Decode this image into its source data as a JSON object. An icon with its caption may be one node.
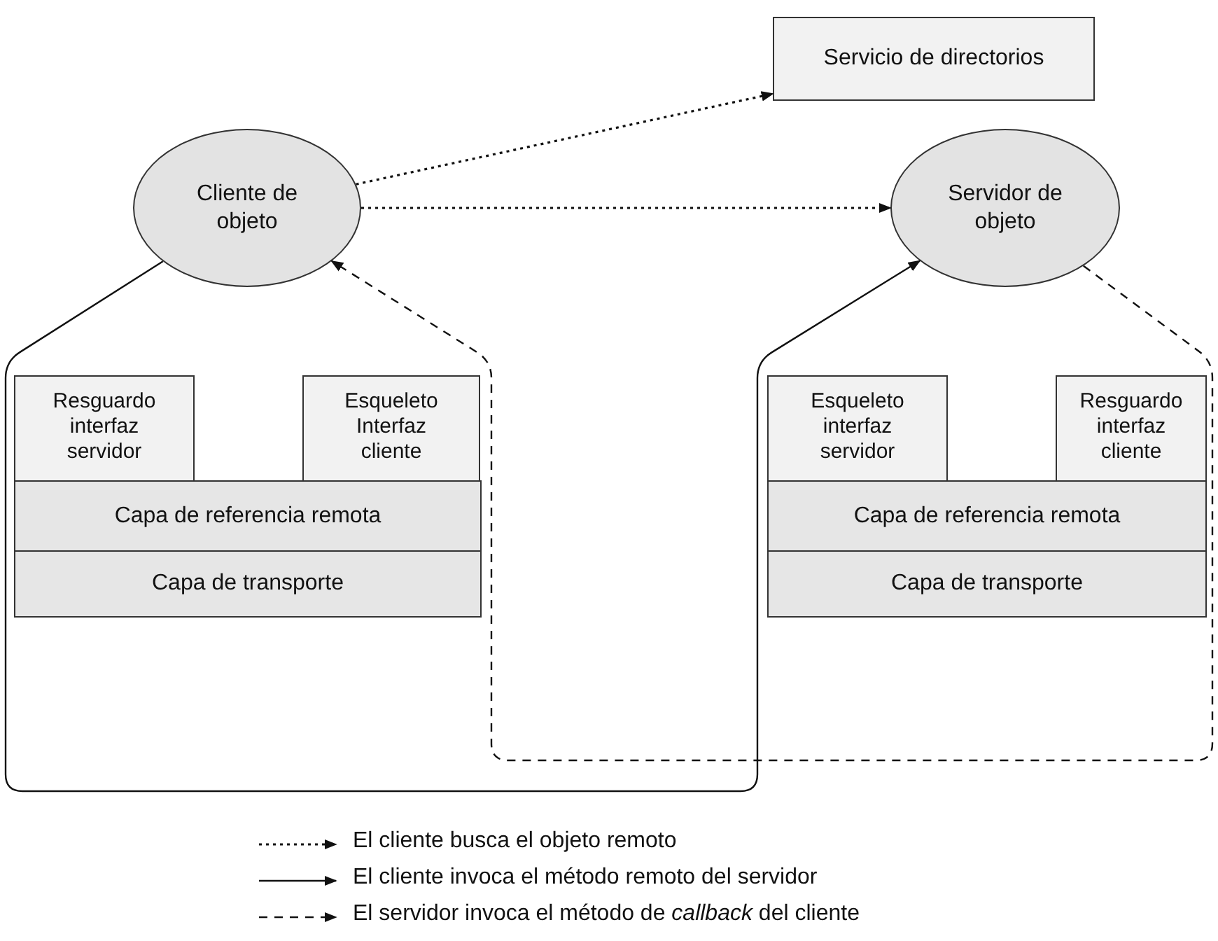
{
  "diagram": {
    "nodes": [
      {
        "text": [
          "Servicio de directorios"
        ]
      },
      {
        "text": [
          "Cliente de objeto"
        ]
      },
      {
        "text": [
          "Servidor de objeto"
        ]
      },
      {
        "text": [
          "Resguardo interfaz servidor"
        ]
      },
      {
        "text": [
          "Esqueleto Interfaz cliente"
        ]
      },
      {
        "text": [
          "Capa de referencia remota"
        ]
      },
      {
        "text": [
          "Capa de transporte"
        ]
      },
      {
        "text": [
          "Esqueleto interfaz servidor"
        ]
      },
      {
        "text": [
          "Resguardo interfaz cliente"
        ]
      },
      {
        "text": [
          "Capa de referencia remota"
        ]
      },
      {
        "text": [
          "Capa de transporte"
        ]
      }
    ],
    "edges": [
      {
        "from": 1,
        "to": 0,
        "arrow": "to",
        "style": "dashed"
      },
      {
        "from": 1,
        "to": 2,
        "arrow": "to",
        "style": "dashed"
      },
      {
        "from": 1,
        "to": 2,
        "arrow": "to"
      },
      {
        "from": 2,
        "to": 1,
        "arrow": "to",
        "style": "dashed"
      }
    ],
    "legend": [
      {
        "text": "El cliente busca el objeto remoto"
      },
      {
        "text": "El cliente invoca el método remoto del servidor"
      },
      {
        "text": "El servidor invoca el método de *callback* del cliente"
      }
    ]
  }
}
